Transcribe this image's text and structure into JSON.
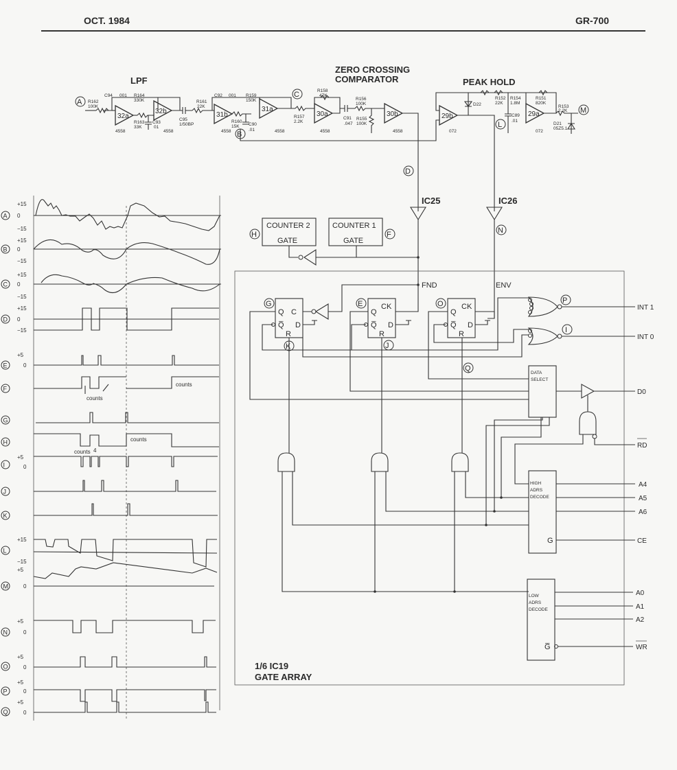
{
  "header": {
    "left": "OCT. 1984",
    "right": "GR-700"
  },
  "sections": {
    "lpf": "LPF",
    "zcc_line1": "ZERO CROSSING",
    "zcc_line2": "COMPARATOR",
    "peak_hold": "PEAK HOLD"
  },
  "opamps": [
    {
      "id": "32a",
      "part": "4558"
    },
    {
      "id": "32b",
      "part": "4558"
    },
    {
      "id": "31b",
      "part": "4558"
    },
    {
      "id": "31a",
      "part": "4558"
    },
    {
      "id": "30a",
      "part": "4558"
    },
    {
      "id": "30b",
      "part": "4558"
    },
    {
      "id": "29b",
      "part": "072"
    },
    {
      "id": "29a",
      "part": "072"
    }
  ],
  "components": {
    "R162": [
      "R162",
      "100K"
    ],
    "C94": [
      "C94",
      "001"
    ],
    "R164": [
      "R164",
      "330K"
    ],
    "R163": [
      "R163",
      "33K"
    ],
    "C93": [
      "C93",
      "01"
    ],
    "C95": [
      "C95",
      "1/50BP"
    ],
    "R161": [
      "R161",
      "22K"
    ],
    "C92": [
      "C92",
      "001"
    ],
    "R159": [
      "R159",
      "150K"
    ],
    "R160": [
      "R160",
      "15K"
    ],
    "C90": [
      "C90",
      ".01"
    ],
    "R157": [
      "R157",
      "2.2K"
    ],
    "R158": [
      "R158",
      "47K"
    ],
    "C91": [
      "C91",
      ".047"
    ],
    "R156": [
      "R156",
      "100K"
    ],
    "R155": [
      "R155",
      "100K"
    ],
    "D22": [
      "D22"
    ],
    "R152": [
      "R152",
      "22K"
    ],
    "R154": [
      "R154",
      "1.8M"
    ],
    "C89": [
      "C89",
      ".01"
    ],
    "R151": [
      "R151",
      "820K"
    ],
    "R153": [
      "R153",
      "2.2K"
    ],
    "D21": [
      "D21",
      "05Z5.1"
    ]
  },
  "nodes": {
    "A": "A",
    "B": "B",
    "C": "C",
    "D": "D",
    "E": "E",
    "F": "F",
    "G": "G",
    "H": "H",
    "I": "I",
    "J": "J",
    "K": "K",
    "L": "L",
    "M": "M",
    "N": "N",
    "O": "O",
    "P": "P",
    "Q": "Q"
  },
  "buffers": {
    "ic25": "IC25",
    "ic26": "IC26"
  },
  "counters": [
    {
      "name": "COUNTER 2",
      "pin": "GATE",
      "node": "H"
    },
    {
      "name": "COUNTER 1",
      "pin": "GATE",
      "node": "F"
    }
  ],
  "signals": {
    "fnd": "FND",
    "env": "ENV"
  },
  "flipflops": {
    "pins": {
      "q": "Q",
      "qbar": "Q̅",
      "d": "D",
      "r": "R",
      "c": "C",
      "ck": "CK"
    }
  },
  "blocks": {
    "data_select": [
      "DATA",
      "SELECT"
    ],
    "high_adrs": [
      "HIGH",
      "ADRS",
      "DECODE"
    ],
    "high_g": "G",
    "low_adrs": [
      "LOW",
      "ADRS",
      "DECODE"
    ],
    "low_g": "G̅"
  },
  "outputs": [
    "INT 1",
    "INT 0",
    "D0",
    "RD",
    "A4",
    "A5",
    "A6",
    "CE",
    "A0",
    "A1",
    "A2",
    "WR"
  ],
  "gate_array": [
    "1/6 IC19",
    "GATE ARRAY"
  ],
  "waveforms": {
    "labels": [
      {
        "node": "A",
        "levels": [
          "+15",
          "0",
          "−15"
        ]
      },
      {
        "node": "B",
        "levels": [
          "+15",
          "0",
          "−15"
        ]
      },
      {
        "node": "C",
        "levels": [
          "+15",
          "0",
          "−15"
        ]
      },
      {
        "node": "D",
        "levels": [
          "+15",
          "0",
          "−15"
        ]
      },
      {
        "node": "E",
        "levels": [
          "+5",
          "0"
        ]
      },
      {
        "node": "F",
        "levels": []
      },
      {
        "node": "G",
        "levels": []
      },
      {
        "node": "H",
        "levels": []
      },
      {
        "node": "I",
        "levels": [
          "+5",
          "0"
        ]
      },
      {
        "node": "J",
        "levels": []
      },
      {
        "node": "K",
        "levels": []
      },
      {
        "node": "L",
        "levels": [
          "+15",
          "−15"
        ]
      },
      {
        "node": "M",
        "levels": [
          "+5",
          "0"
        ]
      },
      {
        "node": "N",
        "levels": [
          "+5",
          "0"
        ]
      },
      {
        "node": "O",
        "levels": [
          "+5",
          "0"
        ]
      },
      {
        "node": "P",
        "levels": [
          "+5",
          "0"
        ]
      },
      {
        "node": "Q",
        "levels": [
          "+5",
          "0"
        ]
      }
    ],
    "annotations": {
      "counts": "counts",
      "four": "4"
    }
  }
}
